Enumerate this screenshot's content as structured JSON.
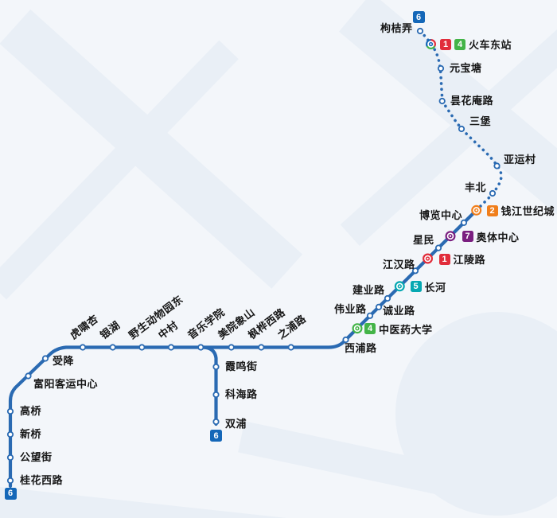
{
  "map": {
    "line_number": "6",
    "background_color": "#f3f6fa",
    "text_color": "#161616"
  },
  "line_colors": {
    "line": "#2a6ab2",
    "1": "#e12d3b",
    "2": "#f07e1b",
    "4": "#43b447",
    "5": "#06a8b2",
    "6": "#1467b8",
    "7": "#7a1f80"
  },
  "stations": [
    {
      "name": "桂花西路",
      "interchange_lines": [],
      "terminal_of": "6"
    },
    {
      "name": "公望街",
      "interchange_lines": []
    },
    {
      "name": "新桥",
      "interchange_lines": []
    },
    {
      "name": "高桥",
      "interchange_lines": []
    },
    {
      "name": "富阳客运中心",
      "interchange_lines": []
    },
    {
      "name": "受降",
      "interchange_lines": []
    },
    {
      "name": "虎啸杏",
      "interchange_lines": []
    },
    {
      "name": "银湖",
      "interchange_lines": []
    },
    {
      "name": "野生动物园东",
      "interchange_lines": []
    },
    {
      "name": "中村",
      "interchange_lines": []
    },
    {
      "name": "音乐学院",
      "interchange_lines": []
    },
    {
      "name": "美院象山",
      "interchange_lines": []
    },
    {
      "name": "枫桦西路",
      "interchange_lines": []
    },
    {
      "name": "之浦路",
      "interchange_lines": []
    },
    {
      "name": "西浦路",
      "interchange_lines": []
    },
    {
      "name": "中医药大学",
      "interchange_lines": [
        "4"
      ]
    },
    {
      "name": "伟业路",
      "interchange_lines": []
    },
    {
      "name": "诚业路",
      "interchange_lines": []
    },
    {
      "name": "建业路",
      "interchange_lines": []
    },
    {
      "name": "长河",
      "interchange_lines": [
        "5"
      ]
    },
    {
      "name": "江汉路",
      "interchange_lines": []
    },
    {
      "name": "江陵路",
      "interchange_lines": [
        "1"
      ]
    },
    {
      "name": "星民",
      "interchange_lines": []
    },
    {
      "name": "奥体中心",
      "interchange_lines": [
        "7"
      ]
    },
    {
      "name": "博览中心",
      "interchange_lines": []
    },
    {
      "name": "钱江世纪城",
      "interchange_lines": [
        "2"
      ]
    },
    {
      "name": "丰北",
      "interchange_lines": []
    },
    {
      "name": "亚运村",
      "interchange_lines": []
    },
    {
      "name": "三堡",
      "interchange_lines": []
    },
    {
      "name": "昙花庵路",
      "interchange_lines": []
    },
    {
      "name": "元宝塘",
      "interchange_lines": []
    },
    {
      "name": "火车东站",
      "interchange_lines": [
        "1",
        "4"
      ]
    },
    {
      "name": "枸桔弄",
      "interchange_lines": [],
      "terminal_of": "6"
    },
    {
      "name": "霞鸣街",
      "interchange_lines": []
    },
    {
      "name": "科海路",
      "interchange_lines": []
    },
    {
      "name": "双浦",
      "interchange_lines": [],
      "terminal_of": "6"
    }
  ]
}
